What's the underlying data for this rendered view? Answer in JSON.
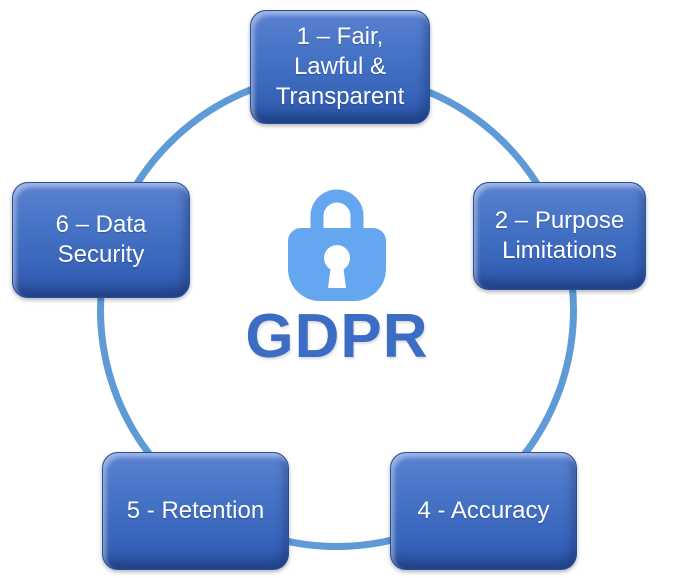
{
  "diagram": {
    "title": "GDPR",
    "center_icon": "lock-icon",
    "shape": "cycle"
  },
  "nodes": [
    {
      "id": "1",
      "text": "1 – Fair,\nLawful &\nTransparent",
      "position": "top"
    },
    {
      "id": "2",
      "text": "2 – Purpose\nLimitations",
      "position": "right"
    },
    {
      "id": "4",
      "text": "4 - Accuracy",
      "position": "bottom-right"
    },
    {
      "id": "5",
      "text": "5 - Retention",
      "position": "bottom-left"
    },
    {
      "id": "6",
      "text": "6 – Data\nSecurity",
      "position": "left"
    }
  ],
  "colors": {
    "gdpr-text": "#3C6DC5",
    "lock": "#64A7F0",
    "circle": "#5D9AD6",
    "box-top": "#5B81D2",
    "box-mid": "#4472C4",
    "box-bottom": "#2C55A8",
    "box-border": "#27509E",
    "box-text": "#FFFFFF"
  }
}
